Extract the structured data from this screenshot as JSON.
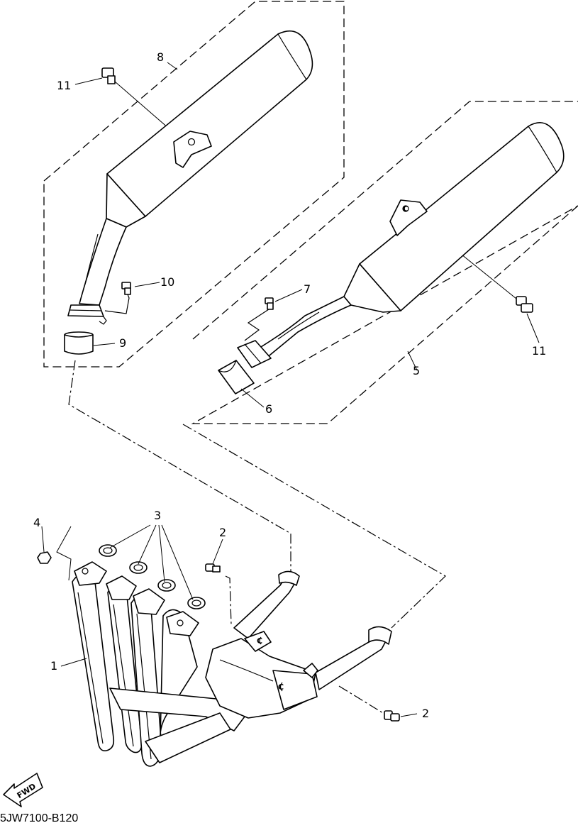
{
  "diagram": {
    "code": "5JW7100-B120",
    "fwd_label": "FWD",
    "callouts": {
      "c1": "1",
      "c2a": "2",
      "c2b": "2",
      "c3": "3",
      "c4": "4",
      "c5": "5",
      "c6": "6",
      "c7": "7",
      "c8": "8",
      "c9": "9",
      "c10": "10",
      "c11a": "11",
      "c11b": "11"
    },
    "markings": {
      "mark_c_right": "C",
      "mark_c_pipe": "C",
      "mark_c_left": "C"
    },
    "parts": [
      {
        "callout": "1",
        "part": "exhaust-pipe-assembly"
      },
      {
        "callout": "2",
        "part": "bolt"
      },
      {
        "callout": "3",
        "part": "gasket"
      },
      {
        "callout": "4",
        "part": "nut"
      },
      {
        "callout": "5",
        "part": "right-muffler"
      },
      {
        "callout": "6",
        "part": "right-muffler-gasket"
      },
      {
        "callout": "7",
        "part": "right-clamp-bolt"
      },
      {
        "callout": "8",
        "part": "left-muffler"
      },
      {
        "callout": "9",
        "part": "left-muffler-gasket"
      },
      {
        "callout": "10",
        "part": "left-clamp-bolt"
      },
      {
        "callout": "11",
        "part": "muffler-mounting-bolt"
      }
    ]
  }
}
